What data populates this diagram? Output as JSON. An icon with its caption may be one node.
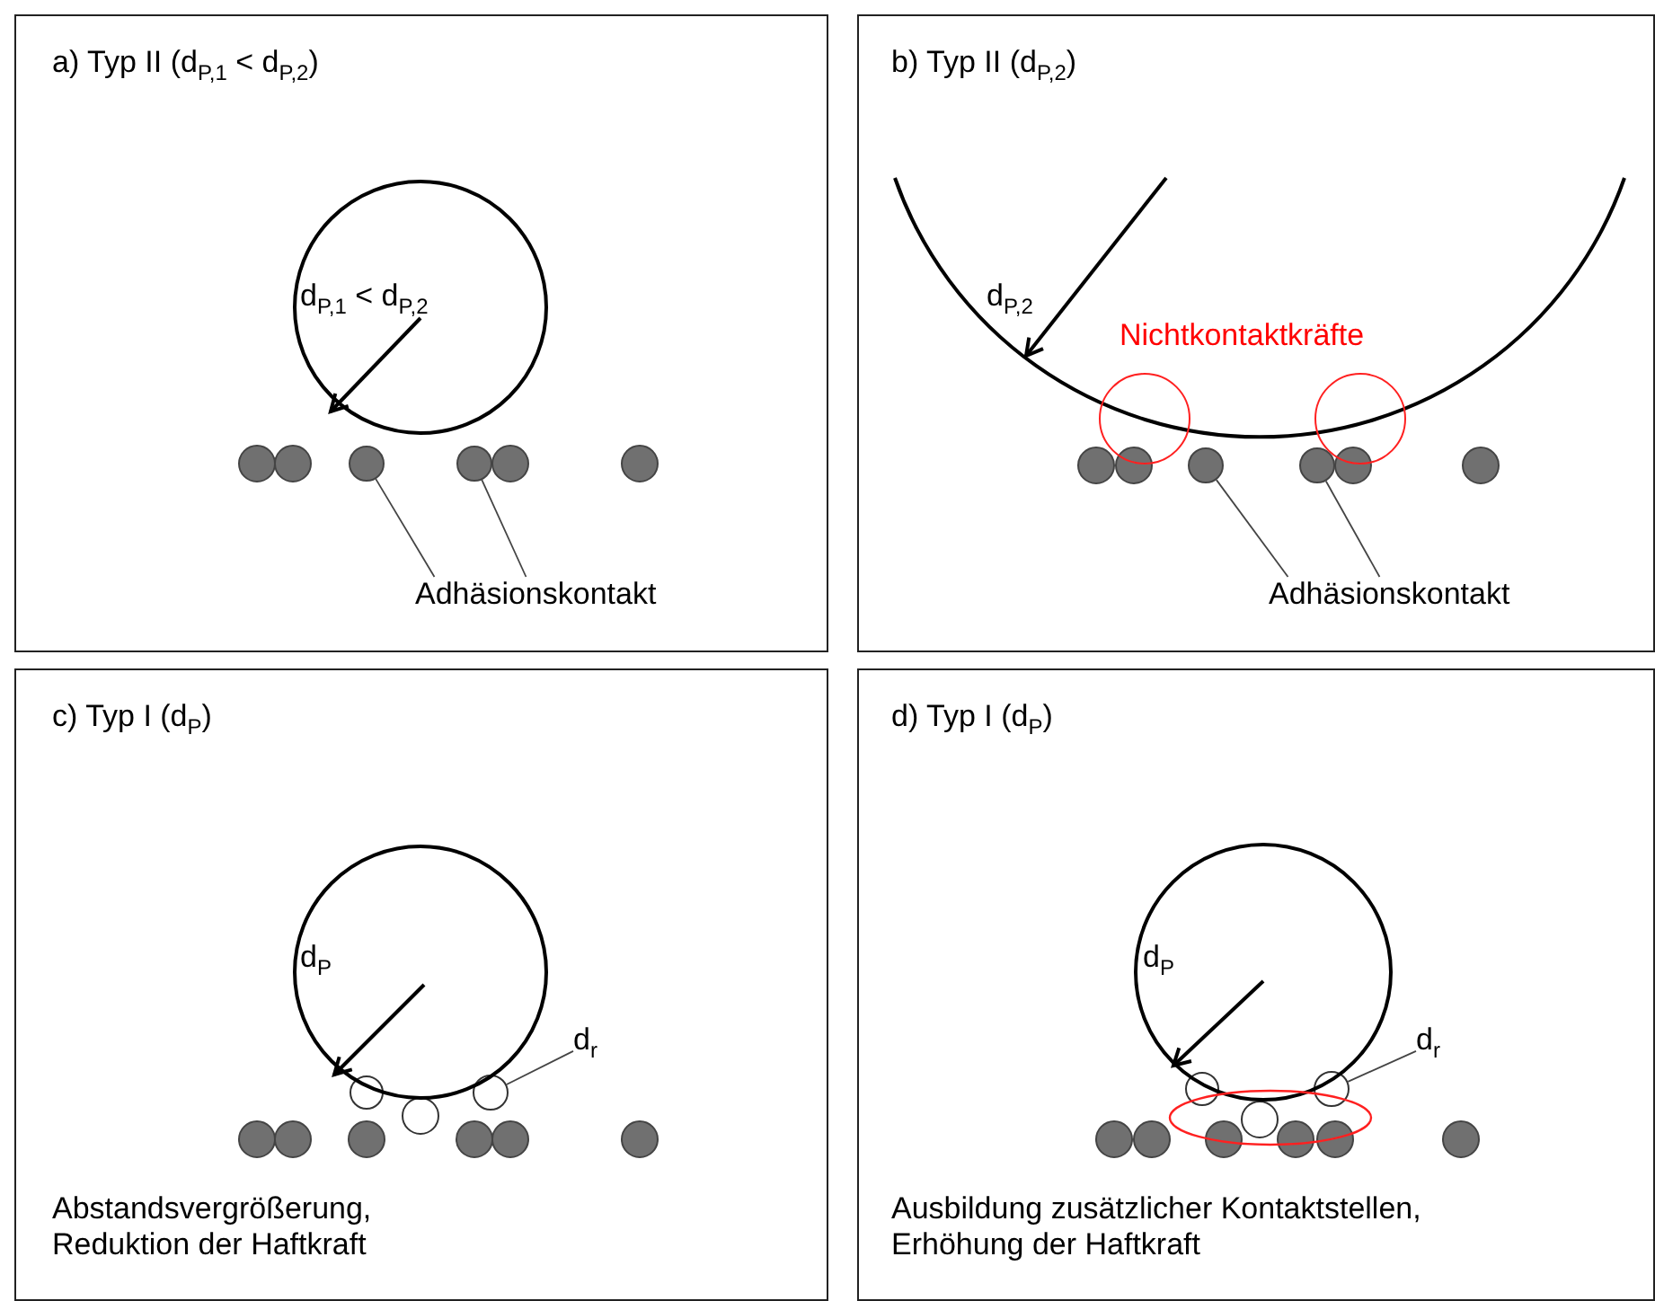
{
  "diagram": {
    "nodes": [
      {
        "text": [
          "a) Typ II (d$_{P,1}$ < d$_{P,2}$)"
        ]
      },
      {
        "text": [
          "Adhäsionskontakt"
        ],
        "in": 0
      },
      {
        "text": [],
        "shape": "circle",
        "in": 0
      },
      {
        "text": [],
        "shape": "circle",
        "in": 0
      },
      {
        "text": [
          "b) Typ II (d$_{P,2}$)"
        ]
      },
      {
        "text": [
          "Adhäsionskontakt"
        ],
        "in": 4
      },
      {
        "text": [],
        "shape": "circle",
        "in": 4
      },
      {
        "text": [],
        "shape": "circle",
        "in": 4
      },
      {
        "text": [
          "c) Typ I (d$_{P}$)"
        ]
      },
      {
        "text": [
          "d$_{r}$"
        ],
        "in": 8
      },
      {
        "text": [],
        "shape": "circle",
        "in": 8
      },
      {
        "text": [
          "d) Typ I (d$_{P}$)"
        ]
      },
      {
        "text": [
          "d$_{r}$"
        ],
        "in": 11
      },
      {
        "text": [],
        "shape": "circle",
        "in": 11
      }
    ],
    "edges": [
      {
        "from": 1,
        "to": 2,
        "arrow": "none"
      },
      {
        "from": 1,
        "to": 3,
        "arrow": "none"
      },
      {
        "from": 5,
        "to": 6,
        "arrow": "none"
      },
      {
        "from": 5,
        "to": 7,
        "arrow": "none"
      },
      {
        "from": 9,
        "to": 10,
        "arrow": "none"
      },
      {
        "from": 12,
        "to": 13,
        "arrow": "none"
      }
    ],
    "labels": [
      "d$_{P,1}$ < d$_{P,2}$",
      "d$_{P,2}$",
      "Nichtkontaktkräfte",
      "d$_{P}$",
      "Abstandsvergrößerung, Reduktion der Haftkraft",
      "d$_{P}$",
      "Ausbildung zusätzlicher Kontaktstellen, Erhöhung der Haftkraft"
    ]
  }
}
